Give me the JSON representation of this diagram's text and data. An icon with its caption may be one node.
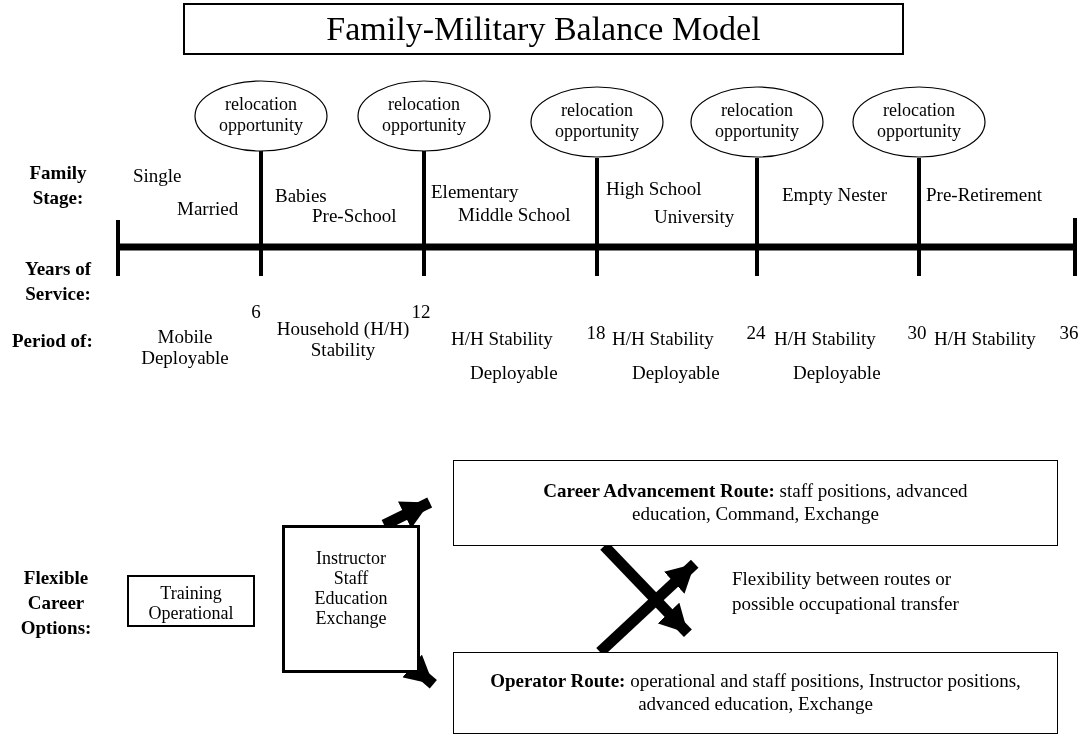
{
  "diagram": {
    "title": "Family-Military Balance Model",
    "nodes": [
      {
        "text": [
          "relocation opportunity"
        ]
      },
      {
        "text": [
          "relocation opportunity"
        ]
      },
      {
        "text": [
          "relocation opportunity"
        ]
      },
      {
        "text": [
          "relocation opportunity"
        ]
      },
      {
        "text": [
          "relocation opportunity"
        ]
      },
      {
        "text": [
          "Training Operational"
        ]
      },
      {
        "text": [
          "Instructor Staff Education Exchange"
        ]
      },
      {
        "text": [
          "**Career Advancement Route:** staff positions, advanced education, Command, Exchange"
        ]
      },
      {
        "text": [
          "**Operator Route:** operational and staff positions, Instructor positions, advanced education, Exchange"
        ]
      }
    ],
    "edges": [
      {
        "from": 6,
        "to": 7,
        "arrow": "to"
      },
      {
        "from": 6,
        "to": 8,
        "arrow": "to"
      },
      {
        "from": 7,
        "to": 8,
        "arrow": "to"
      },
      {
        "from": 8,
        "to": 7,
        "arrow": "to"
      }
    ],
    "labels": [
      "Family Stage:",
      "Single",
      "Married",
      "Babies",
      "Pre-School",
      "Elementary",
      "Middle School",
      "High School",
      "University",
      "Empty Nester",
      "Pre-Retirement",
      "Years of Service:",
      "6",
      "12",
      "18",
      "24",
      "30",
      "36",
      "Period of:",
      "Mobile Deployable",
      "Household (H/H) Stability",
      "H/H Stability",
      "Deployable",
      "H/H Stability",
      "Deployable",
      "H/H Stability",
      "Deployable",
      "H/H Stability",
      "Flexible Career Options:",
      "Flexibility between routes or possible occupational transfer"
    ]
  }
}
